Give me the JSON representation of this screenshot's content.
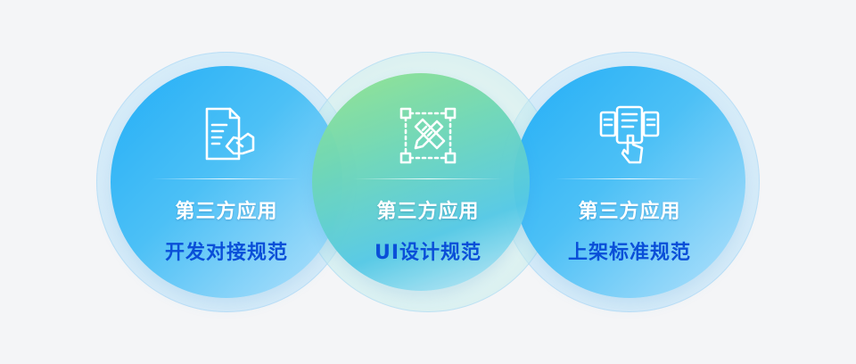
{
  "cards": [
    {
      "title": "第三方应用",
      "subtitle": "开发对接规范",
      "icon": "document-handshake-icon"
    },
    {
      "title": "第三方应用",
      "subtitle": "UI设计规范",
      "icon": "design-ruler-pencil-icon"
    },
    {
      "title": "第三方应用",
      "subtitle": "上架标准规范",
      "icon": "app-listing-tap-icon"
    }
  ],
  "colors": {
    "title_text": "#ffffff",
    "subtitle_text": "#0a4fd8",
    "blue_circle": "#23aef7",
    "green_circle": "#93e48c"
  }
}
